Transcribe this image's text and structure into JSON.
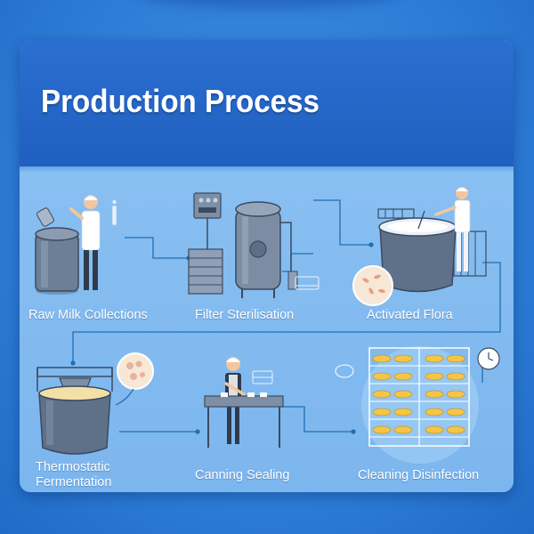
{
  "header": {
    "title": "Production Process"
  },
  "steps": [
    {
      "label": "Raw Milk Collections"
    },
    {
      "label": "Filter Sterilisation"
    },
    {
      "label": "Activated Flora"
    },
    {
      "label": "Thermostatic Fermentation"
    },
    {
      "label": "Canning Sealing"
    },
    {
      "label": "Cleaning Disinfection"
    }
  ],
  "colors": {
    "background": "#2f7fd8",
    "header": "#1f5fbf",
    "panel": "#8ec3f3",
    "connector": "#1f6fb3",
    "text": "#ffffff"
  }
}
